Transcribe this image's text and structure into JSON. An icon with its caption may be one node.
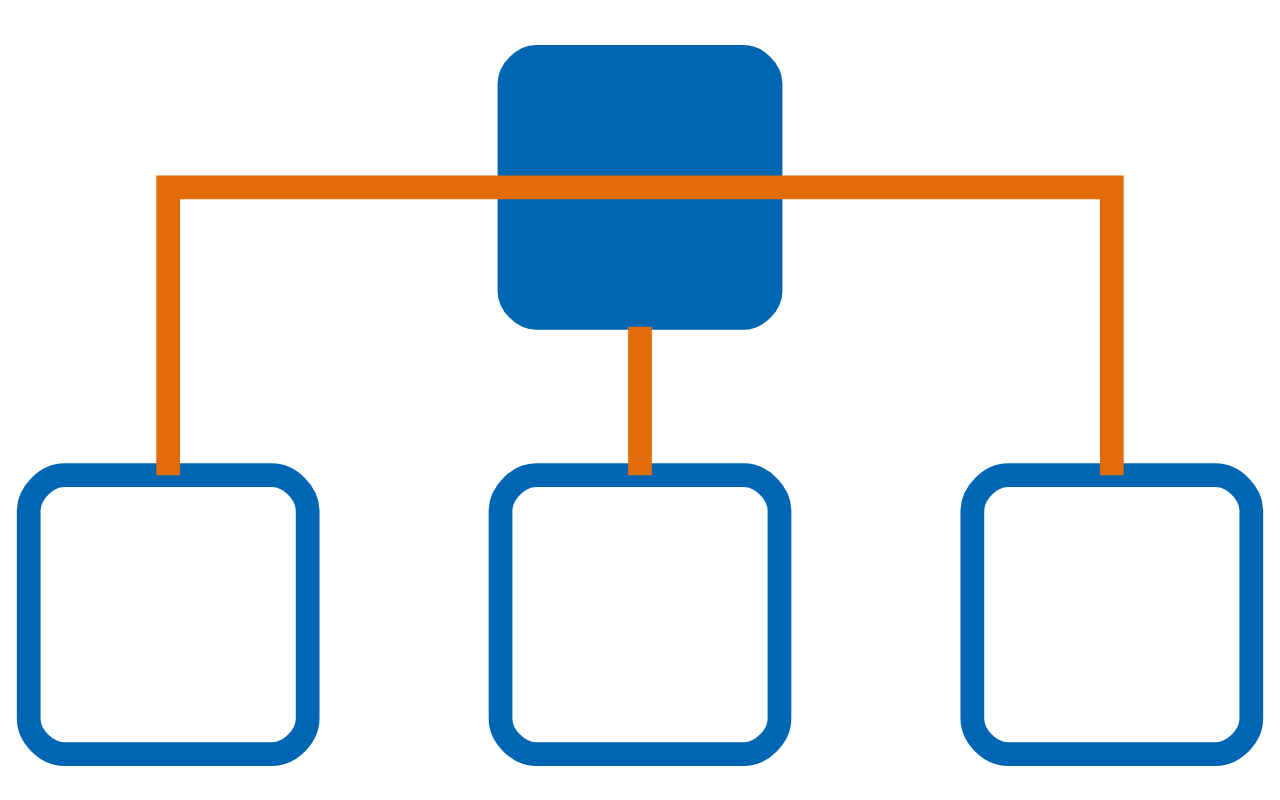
{
  "diagram": {
    "nodes": [
      {
        "text": [],
        "shape": "box"
      },
      {
        "text": [],
        "shape": "box"
      },
      {
        "text": [],
        "shape": "box"
      },
      {
        "text": [],
        "shape": "box"
      }
    ],
    "edges": [
      {
        "from": 0,
        "to": 1,
        "arrow": "none"
      },
      {
        "from": 0,
        "to": 2,
        "arrow": "none"
      },
      {
        "from": 0,
        "to": 3,
        "arrow": "none"
      }
    ]
  }
}
